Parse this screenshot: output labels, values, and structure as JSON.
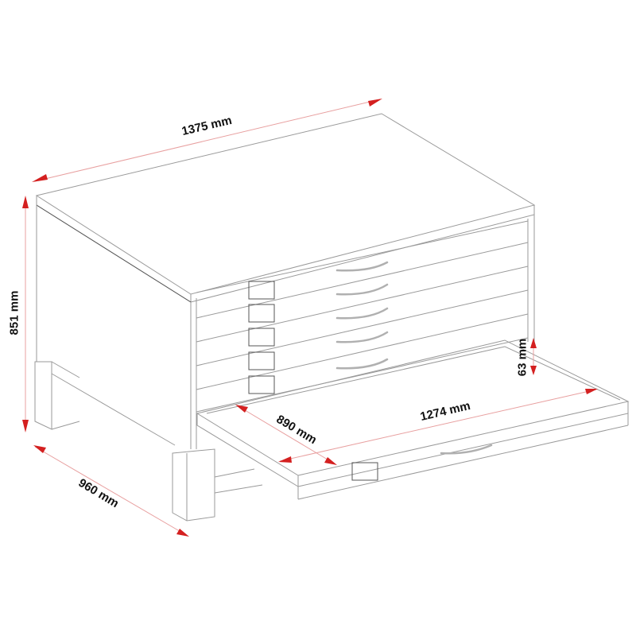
{
  "diagram": {
    "subject": "plan chest / flat file cabinet with 6 drawers on stand, bottom drawer pulled out",
    "drawer_count": 6,
    "colors": {
      "line": "#9a9a9a",
      "dimension_line": "#e8a0a0",
      "arrow": "#d42020",
      "text": "#111111",
      "background": "#ffffff"
    },
    "dimensions": {
      "width": "1375 mm",
      "height": "851 mm",
      "depth": "960 mm",
      "drawer_depth": "890 mm",
      "drawer_width": "1274 mm",
      "drawer_height": "63 mm"
    }
  }
}
